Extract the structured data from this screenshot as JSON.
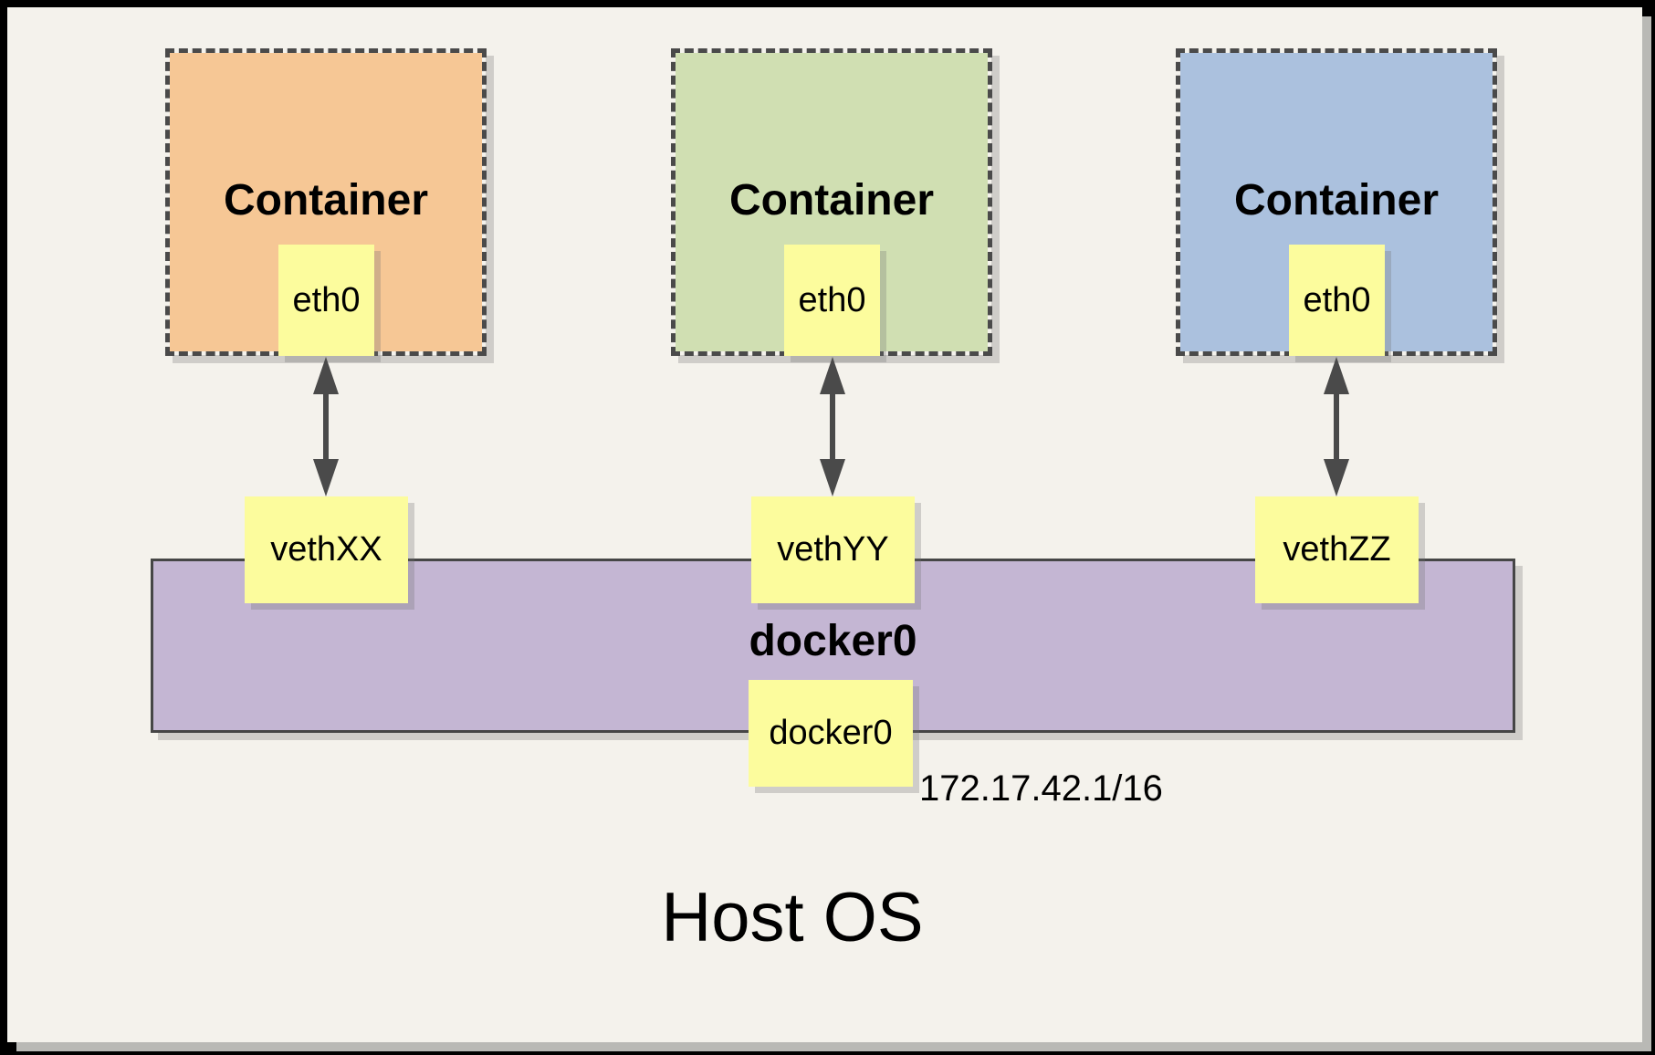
{
  "diagram": {
    "containers": [
      {
        "title": "Container",
        "interface_label": "eth0",
        "veth_label": "vethXX",
        "fill": "#F6C795"
      },
      {
        "title": "Container",
        "interface_label": "eth0",
        "veth_label": "vethYY",
        "fill": "#D0DFB2"
      },
      {
        "title": "Container",
        "interface_label": "eth0",
        "veth_label": "vethZZ",
        "fill": "#ABC1DE"
      }
    ],
    "connector_icon": "double-headed-vertical-arrow",
    "bridge": {
      "title": "docker0",
      "interface_label": "docker0",
      "ip_address": "172.17.42.1/16",
      "fill": "#C4B6D3"
    },
    "host": {
      "title": "Host OS"
    },
    "accents": {
      "note_fill": "#FCFC9D",
      "line_color": "#4A4A4A",
      "page_background": "#F4F2EC",
      "frame_color": "#000000"
    }
  }
}
